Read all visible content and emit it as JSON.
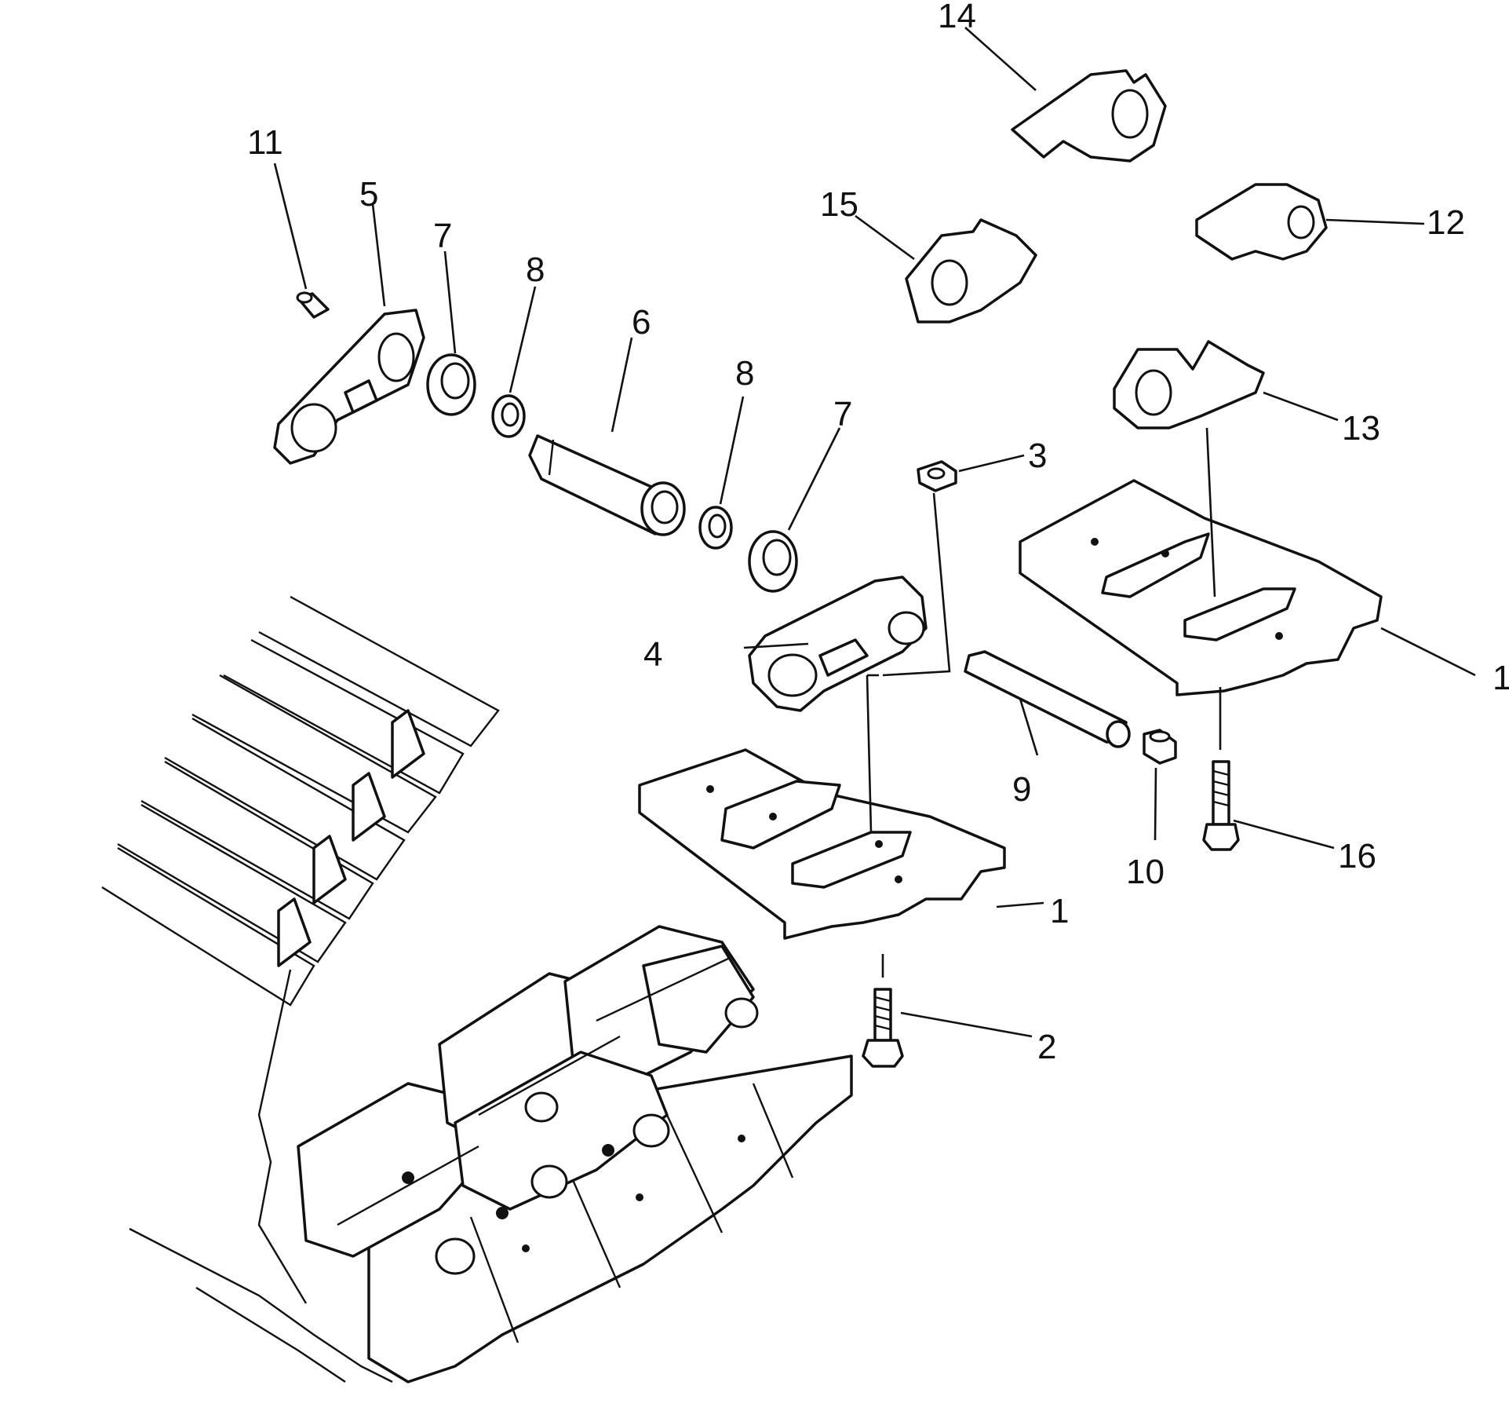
{
  "callouts": [
    {
      "id": "1a",
      "text": "1"
    },
    {
      "id": "1b",
      "text": "1"
    },
    {
      "id": "2",
      "text": "2"
    },
    {
      "id": "3",
      "text": "3"
    },
    {
      "id": "4",
      "text": "4"
    },
    {
      "id": "5",
      "text": "5"
    },
    {
      "id": "6",
      "text": "6"
    },
    {
      "id": "7a",
      "text": "7"
    },
    {
      "id": "7b",
      "text": "7"
    },
    {
      "id": "8a",
      "text": "8"
    },
    {
      "id": "8b",
      "text": "8"
    },
    {
      "id": "9",
      "text": "9"
    },
    {
      "id": "10",
      "text": "10"
    },
    {
      "id": "11",
      "text": "11"
    },
    {
      "id": "12",
      "text": "12"
    },
    {
      "id": "13",
      "text": "13"
    },
    {
      "id": "14",
      "text": "14"
    },
    {
      "id": "15",
      "text": "15"
    },
    {
      "id": "16",
      "text": "16"
    }
  ]
}
